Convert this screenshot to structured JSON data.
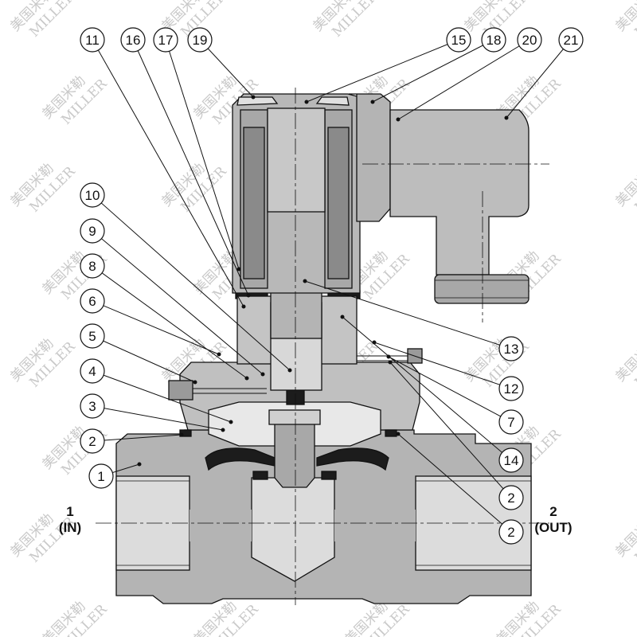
{
  "diagram": {
    "colors": {
      "body": "#b4b4b4",
      "body_dark": "#9a9a9a",
      "body_light": "#d2d2d2",
      "seal": "#1c1c1c",
      "line": "#111111",
      "background": "#ffffff",
      "watermark": "#c9c9c9"
    },
    "ports": [
      {
        "id": "in",
        "number": "1",
        "label": "(IN)"
      },
      {
        "id": "out",
        "number": "2",
        "label": "(OUT)"
      }
    ],
    "callouts": [
      "1",
      "2",
      "3",
      "4",
      "5",
      "6",
      "7",
      "8",
      "9",
      "10",
      "11",
      "12",
      "13",
      "14",
      "2",
      "2",
      "15",
      "16",
      "17",
      "18",
      "19",
      "20",
      "21"
    ],
    "watermark": {
      "chinese": "美国米勒",
      "latin": "MILLER"
    }
  }
}
